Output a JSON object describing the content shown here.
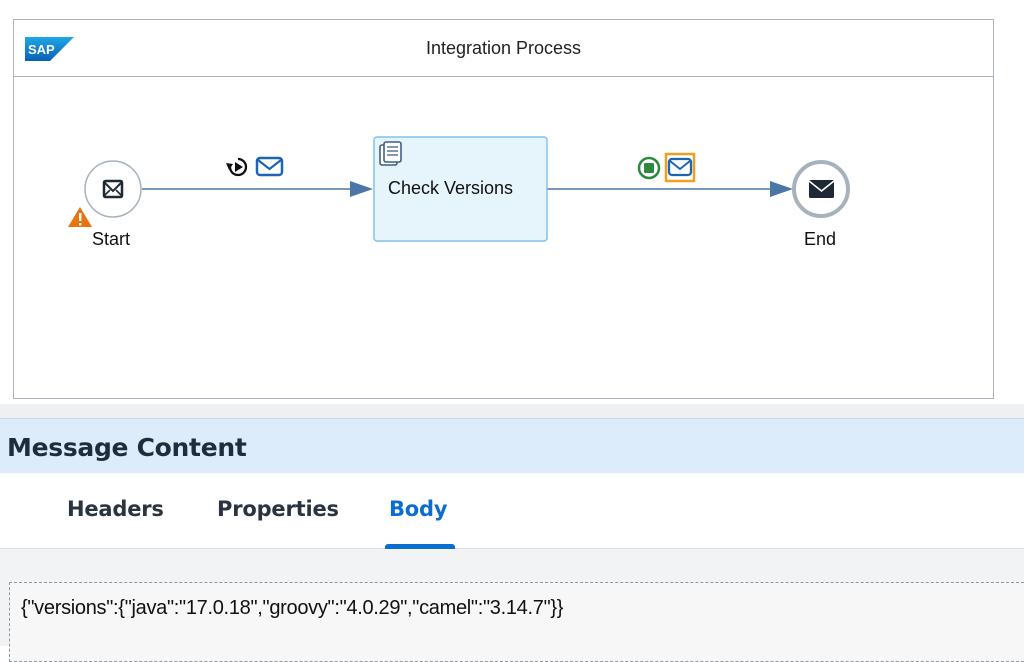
{
  "process": {
    "title": "Integration Process",
    "logo_text": "SAP",
    "start_label": "Start",
    "end_label": "End",
    "step_label": "Check Versions"
  },
  "message_content": {
    "title": "Message Content",
    "tabs": [
      "Headers",
      "Properties",
      "Body"
    ],
    "active_tab": "Body",
    "body": "{\"versions\":{\"java\":\"17.0.18\",\"groovy\":\"4.0.29\",\"camel\":\"3.14.7\"}}"
  },
  "colors": {
    "accent": "#0a6ed1",
    "flow_line": "#4a77a8",
    "step_fill": "#e6f4fc",
    "warning": "#e9730c",
    "selected_marker": "#f0a020",
    "success": "#2b8a3e"
  },
  "icons": [
    "sap-logo",
    "envelope-icon",
    "warning-icon",
    "replay-icon",
    "script-icon",
    "stop-icon"
  ]
}
